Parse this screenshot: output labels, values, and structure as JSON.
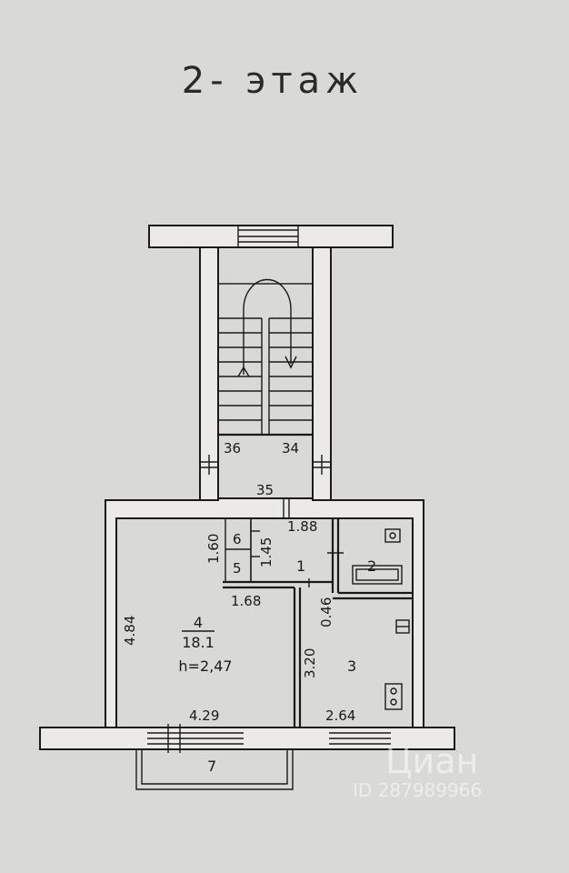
{
  "title": "2- этаж",
  "stairs": {
    "left_label": "36",
    "right_label": "34",
    "landing_label": "35"
  },
  "rooms": {
    "room1": {
      "number": "1"
    },
    "room2": {
      "number": "2"
    },
    "room3": {
      "number": "3"
    },
    "room4": {
      "number": "4",
      "area": "18.1",
      "height": "h=2,47"
    },
    "room5": {
      "number": "5"
    },
    "room6": {
      "number": "6"
    },
    "room7": {
      "number": "7"
    }
  },
  "dimensions": {
    "d_188": "1.88",
    "d_160": "1.60",
    "d_145": "1.45",
    "d_168": "1.68",
    "d_046": "0.46",
    "d_484": "4.84",
    "d_320": "3.20",
    "d_429": "4.29",
    "d_264": "2.64"
  },
  "watermark": {
    "brand": "Циан",
    "id": "ID 287989966"
  }
}
